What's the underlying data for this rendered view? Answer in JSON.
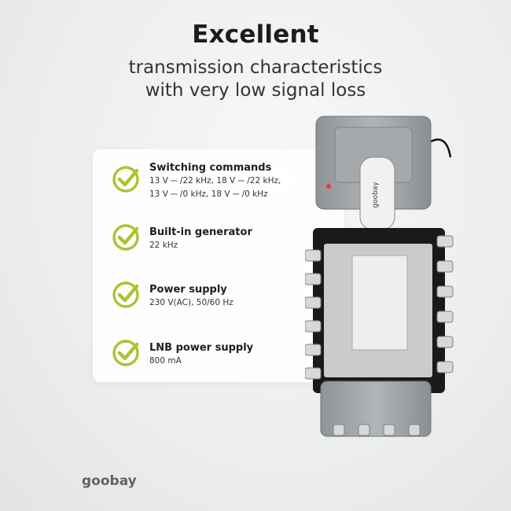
{
  "headline": {
    "title": "Excellent",
    "subtitle_line1": "transmission characteristics",
    "subtitle_line2": "with very low signal loss"
  },
  "features": [
    {
      "title": "Switching commands",
      "desc_lines": [
        "13 V ⎓ /22 kHz, 18 V ⎓ /22 kHz,",
        "13 V ⎓ /0 kHz, 18 V ⎓ /0 kHz"
      ]
    },
    {
      "title": "Built-in generator",
      "desc_lines": [
        "22 kHz"
      ]
    },
    {
      "title": "Power supply",
      "desc_lines": [
        "230 V(AC), 50/60 Hz"
      ]
    },
    {
      "title": "LNB power supply",
      "desc_lines": [
        "800 mA"
      ]
    }
  ],
  "device": {
    "label": "goobay"
  },
  "brand": {
    "logo_text": "goobay"
  },
  "colors": {
    "accent_green": "#a8c530",
    "device_grey": "#9ea2a6",
    "text_dark": "#1e1e1e"
  },
  "icons": {
    "feature_icon": "check-icon"
  }
}
